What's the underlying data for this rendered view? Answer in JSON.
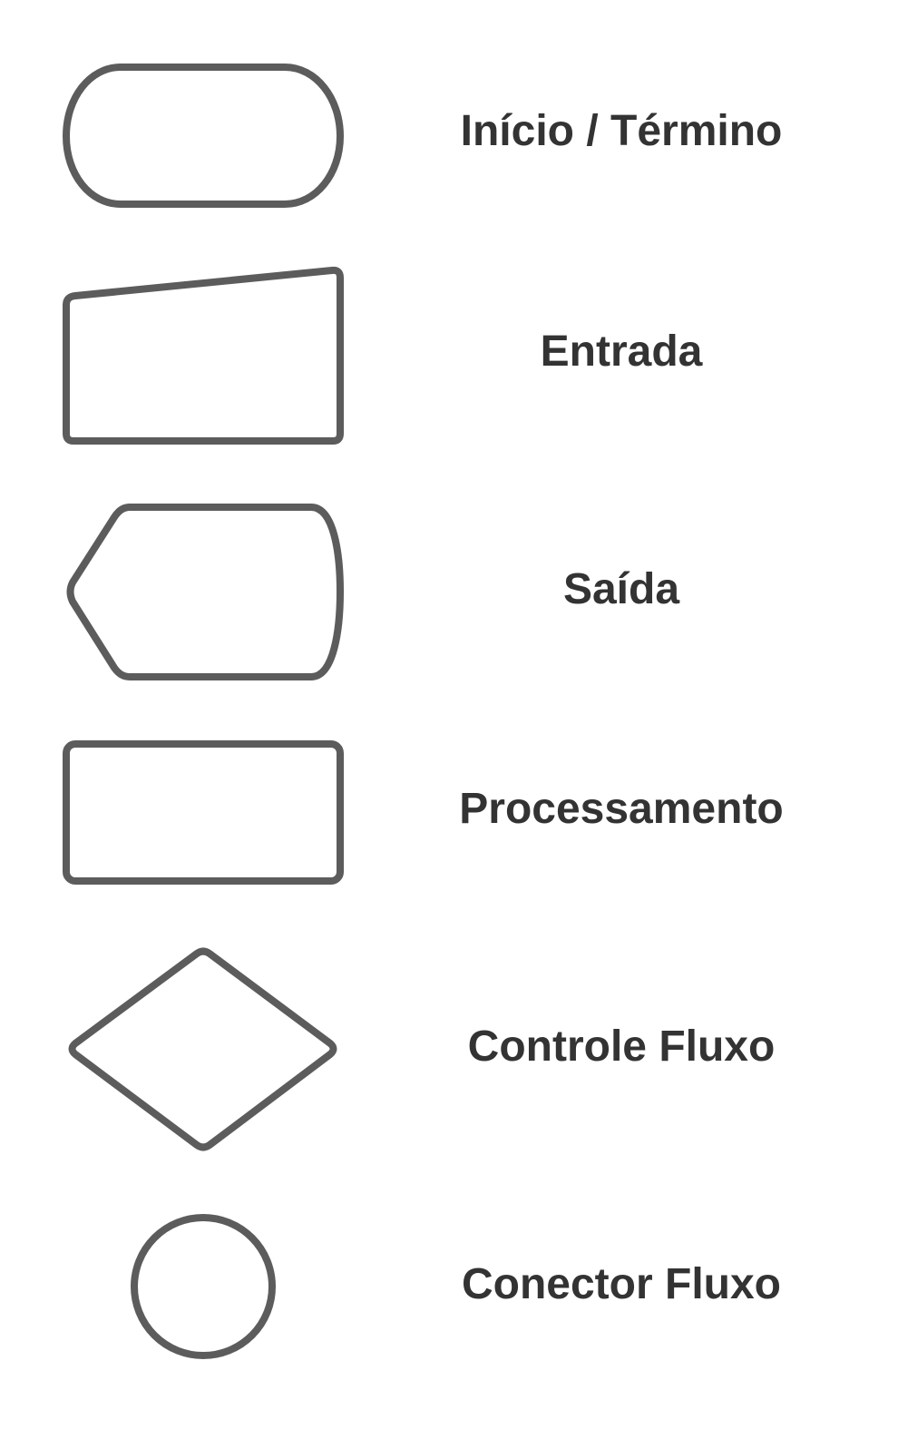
{
  "legend": {
    "items": [
      {
        "shape": "terminator",
        "label": "Início / Término"
      },
      {
        "shape": "manual-input",
        "label": "Entrada"
      },
      {
        "shape": "display",
        "label": "Saída"
      },
      {
        "shape": "process",
        "label": "Processamento"
      },
      {
        "shape": "decision",
        "label": "Controle Fluxo"
      },
      {
        "shape": "connector",
        "label": "Conector Fluxo"
      }
    ]
  },
  "colors": {
    "stroke": "#5c5c5c",
    "text": "#333333",
    "background": "#ffffff"
  }
}
